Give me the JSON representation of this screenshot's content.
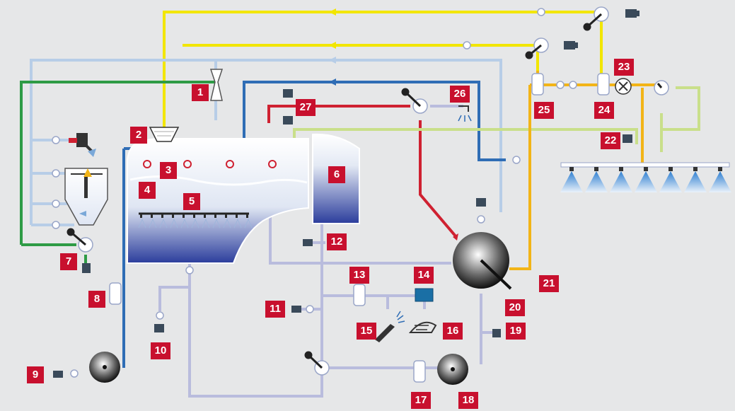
{
  "colors": {
    "background": "#e6e7e8",
    "line_yellow": "#f2e600",
    "line_light_blue": "#b7cde7",
    "line_dark_blue": "#2f6db5",
    "line_red": "#cf2131",
    "line_green": "#2e9b45",
    "line_lime": "#c9df8a",
    "line_orange": "#f2b417",
    "line_lavender": "#b9bcdd",
    "label_red": "#c8102e",
    "tank_blue": "#2b3d9c"
  },
  "labels": {
    "n1": "1",
    "n2": "2",
    "n3": "3",
    "n4": "4",
    "n5": "5",
    "n6": "6",
    "n7": "7",
    "n8": "8",
    "n9": "9",
    "n10": "10",
    "n11": "11",
    "n12": "12",
    "n13": "13",
    "n14": "14",
    "n15": "15",
    "n16": "16",
    "n17": "17",
    "n18": "18",
    "n19": "19",
    "n20": "20",
    "n21": "21",
    "n22": "22",
    "n23": "23",
    "n24": "24",
    "n25": "25",
    "n26": "26",
    "n27": "27"
  }
}
